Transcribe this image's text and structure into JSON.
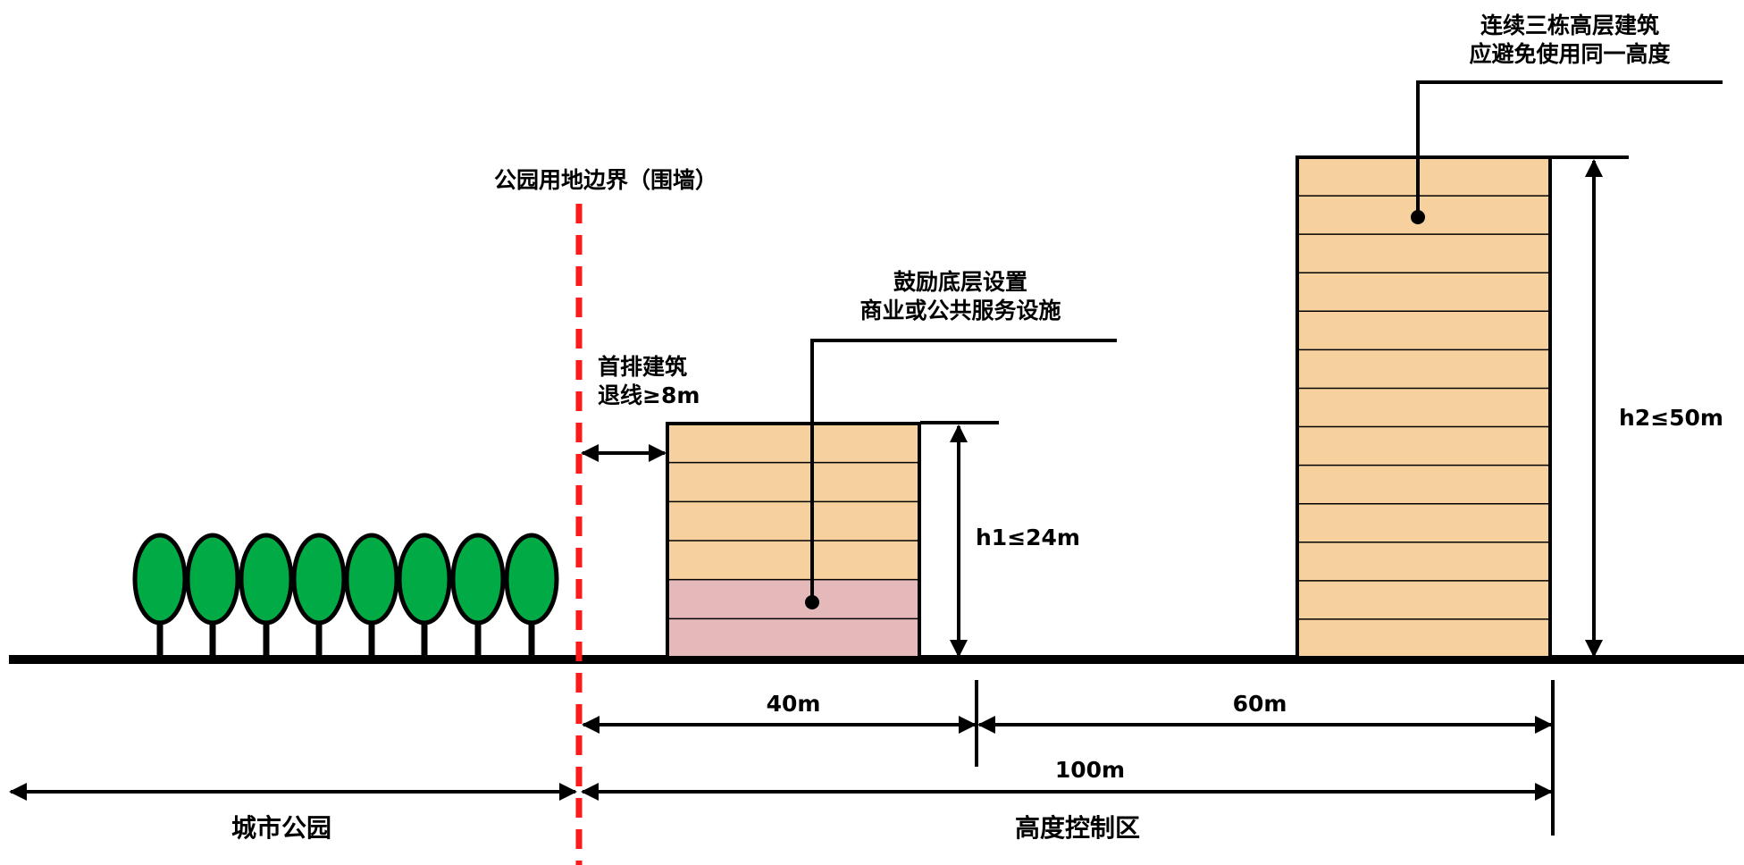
{
  "labels": {
    "park_boundary": "公园用地边界（围墙）",
    "setback": [
      "首排建筑",
      "退线≥8m"
    ],
    "low_building_note": [
      "鼓励底层设置",
      "商业或公共服务设施"
    ],
    "high_building_note": [
      "连续三栋高层建筑",
      "应避免使用同一高度"
    ],
    "h1": "h1≤24m",
    "h2": "h2≤50m",
    "dim_40": "40m",
    "dim_60": "60m",
    "dim_100": "100m",
    "city_park": "城市公园",
    "height_zone": "高度控制区"
  },
  "colors": {
    "tree_fill": "#00aa44",
    "building_fill": "#f6d19e",
    "commercial_fill": "#e5b9ba",
    "boundary_red": "#ff1a1a",
    "line": "#000000"
  },
  "trees_count": 8,
  "low_building_floors": 6,
  "low_building_commercial_floors": 2,
  "high_building_floors": 13
}
